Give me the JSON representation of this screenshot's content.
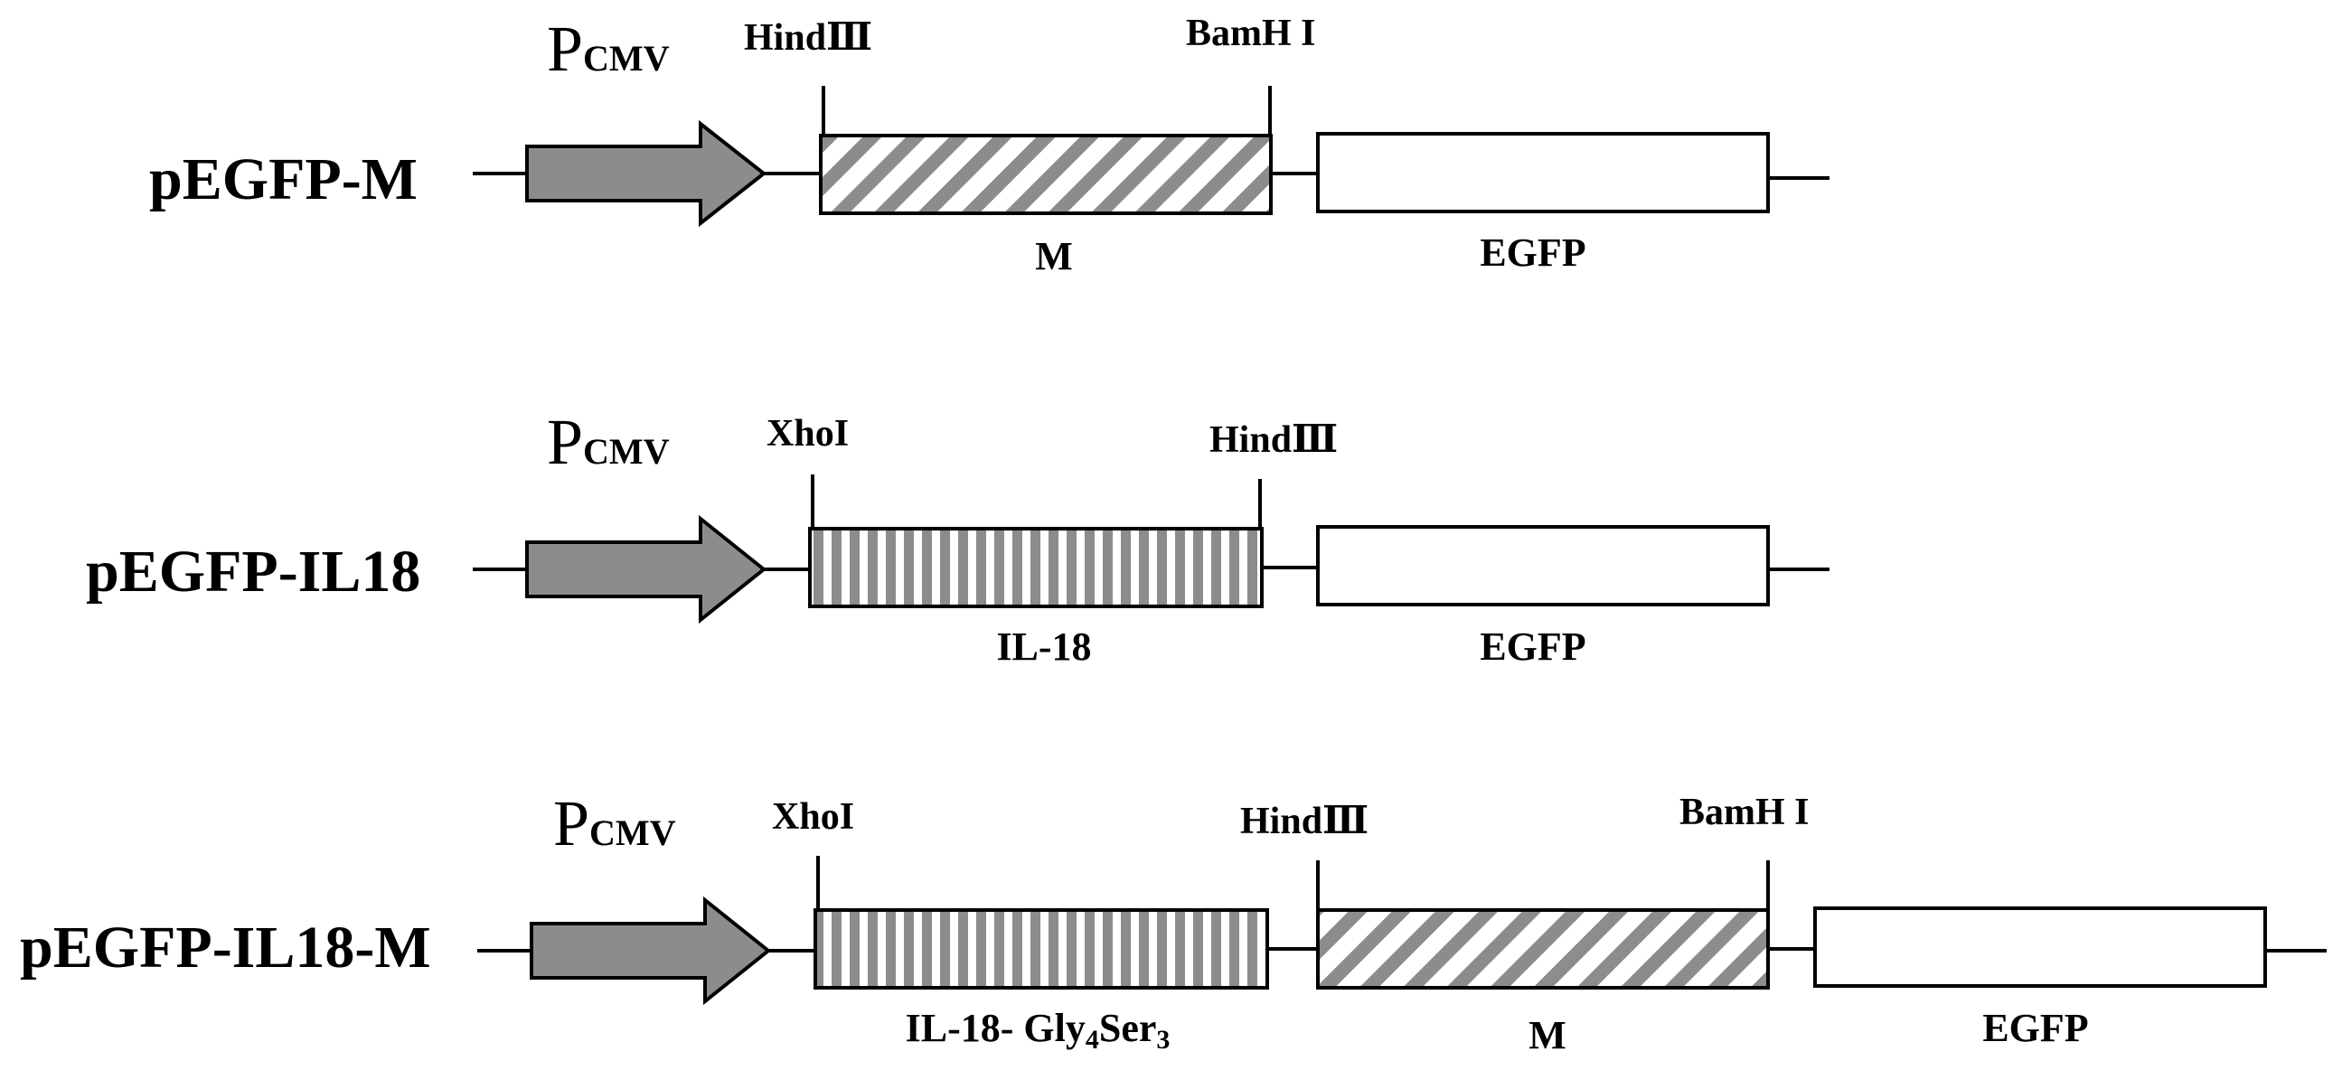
{
  "colors": {
    "line": "#000000",
    "arrow_fill": "#8c8c8c",
    "pattern_gray": "#8c8c8c",
    "background": "#ffffff"
  },
  "constructs": [
    {
      "name": "pEGFP-M",
      "promoter": {
        "letter": "P",
        "subscript": "CMV"
      },
      "sites": [
        "HindⅢ",
        "BamH I"
      ],
      "genes": [
        {
          "label": "M",
          "pattern": "diagonal"
        },
        {
          "label": "EGFP",
          "pattern": "none"
        }
      ]
    },
    {
      "name": "pEGFP-IL18",
      "promoter": {
        "letter": "P",
        "subscript": "CMV"
      },
      "sites": [
        "XhoI",
        "HindⅢ"
      ],
      "genes": [
        {
          "label": "IL-18",
          "pattern": "vertical"
        },
        {
          "label": "EGFP",
          "pattern": "none"
        }
      ]
    },
    {
      "name": "pEGFP-IL18-M",
      "promoter": {
        "letter": "P",
        "subscript": "CMV"
      },
      "sites": [
        "XhoI",
        "HindⅢ",
        "BamH I"
      ],
      "genes": [
        {
          "label": "IL-18- Gly",
          "sub1": "4",
          "label2": "Ser",
          "sub2": "3",
          "pattern": "vertical"
        },
        {
          "label": "M",
          "pattern": "diagonal"
        },
        {
          "label": "EGFP",
          "pattern": "none"
        }
      ]
    }
  ]
}
